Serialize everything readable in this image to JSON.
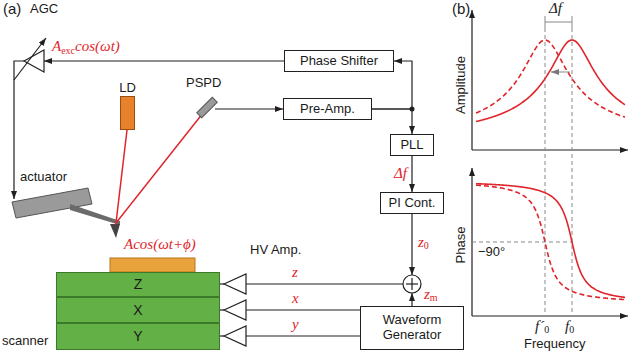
{
  "diagram": {
    "nodes": [
      {
        "text": [
          "Phase Shifter"
        ]
      },
      {
        "text": [
          "Pre-Amp."
        ]
      },
      {
        "text": [
          "PLL"
        ]
      },
      {
        "text": [
          "PI Cont."
        ]
      },
      {
        "text": [
          "Waveform Generator"
        ]
      },
      {
        "text": [
          "Z"
        ]
      },
      {
        "text": [
          "X"
        ]
      },
      {
        "text": [
          "Y"
        ]
      },
      {
        "text": [
          "LD"
        ]
      }
    ],
    "edges": [
      {
        "from": 1,
        "to": 0,
        "arrow": "to"
      },
      {
        "from": 1,
        "to": 2,
        "arrow": "to"
      },
      {
        "from": 2,
        "to": 3,
        "label": "Δf",
        "arrow": "to"
      }
    ],
    "labels": [
      "(a)",
      "AGC",
      "A",
      "exc",
      "cos(ωt)",
      "PSPD",
      "actuator",
      "Acos(ωt+ϕ)",
      "z",
      "0",
      "HV Amp.",
      "z",
      "m",
      "z",
      "x",
      "y",
      "scanner",
      "(b)",
      "Δf",
      "Amplitude",
      "Phase",
      "−90°",
      "f´",
      "0",
      "f",
      "0",
      "Frequency"
    ]
  }
}
